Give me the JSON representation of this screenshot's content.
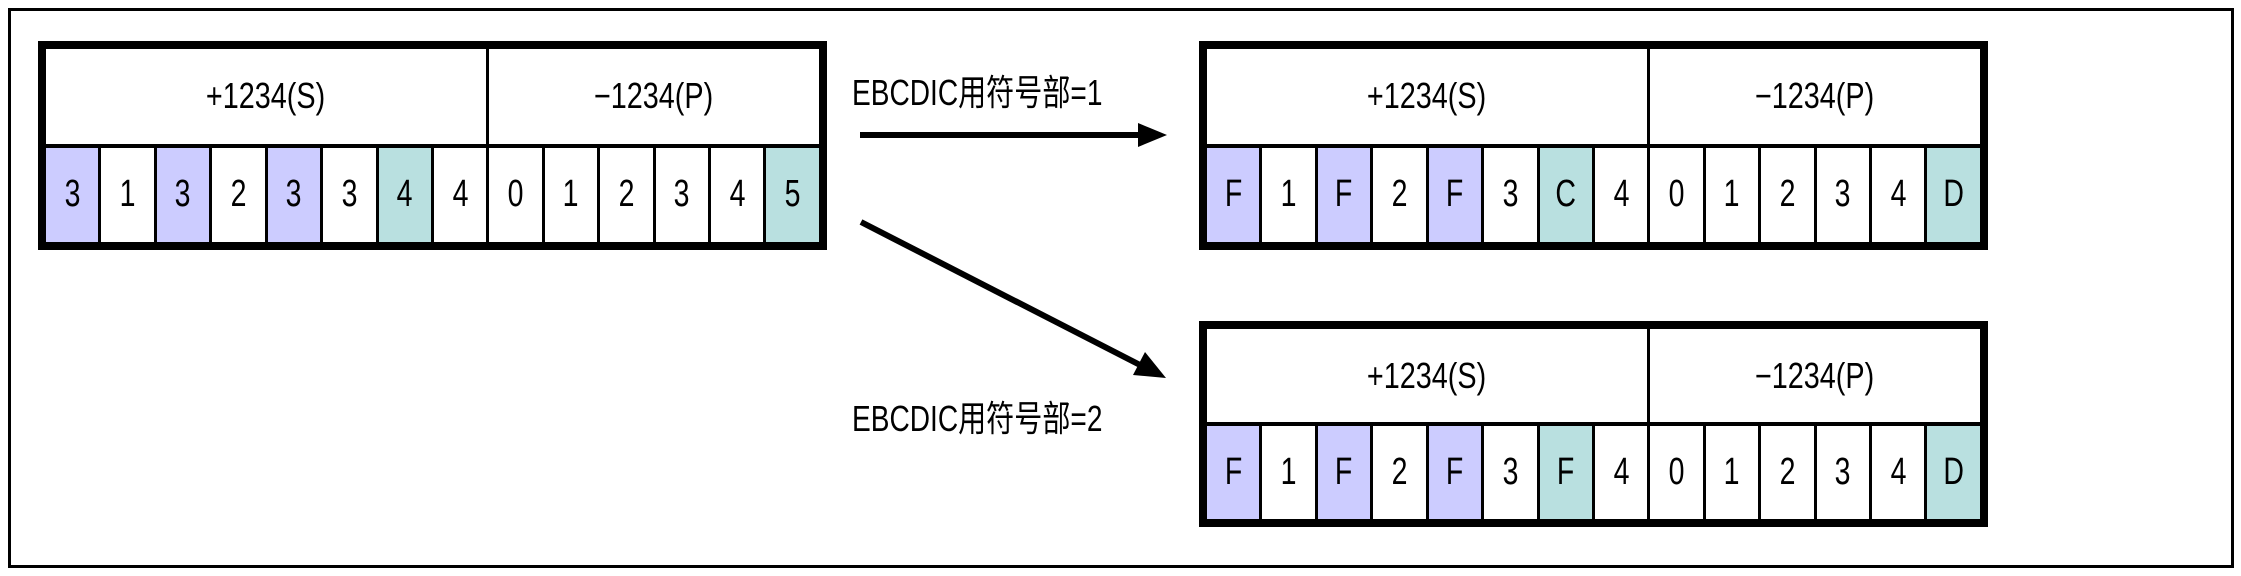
{
  "diagram": {
    "source": {
      "headers": {
        "zoned": "+1234(S)",
        "packed": "−1234(P)"
      },
      "cells": [
        {
          "v": "3",
          "type": "zone"
        },
        {
          "v": "1",
          "type": "digit"
        },
        {
          "v": "3",
          "type": "zone"
        },
        {
          "v": "2",
          "type": "digit"
        },
        {
          "v": "3",
          "type": "zone"
        },
        {
          "v": "3",
          "type": "digit"
        },
        {
          "v": "4",
          "type": "sign"
        },
        {
          "v": "4",
          "type": "digit"
        },
        {
          "v": "0",
          "type": "digit"
        },
        {
          "v": "1",
          "type": "digit"
        },
        {
          "v": "2",
          "type": "digit"
        },
        {
          "v": "3",
          "type": "digit"
        },
        {
          "v": "4",
          "type": "digit"
        },
        {
          "v": "5",
          "type": "sign"
        }
      ]
    },
    "conversions": [
      {
        "label": "EBCDIC用符号部=1",
        "headers": {
          "zoned": "+1234(S)",
          "packed": "−1234(P)"
        },
        "cells": [
          {
            "v": "F",
            "type": "zone"
          },
          {
            "v": "1",
            "type": "digit"
          },
          {
            "v": "F",
            "type": "zone"
          },
          {
            "v": "2",
            "type": "digit"
          },
          {
            "v": "F",
            "type": "zone"
          },
          {
            "v": "3",
            "type": "digit"
          },
          {
            "v": "C",
            "type": "sign"
          },
          {
            "v": "4",
            "type": "digit"
          },
          {
            "v": "0",
            "type": "digit"
          },
          {
            "v": "1",
            "type": "digit"
          },
          {
            "v": "2",
            "type": "digit"
          },
          {
            "v": "3",
            "type": "digit"
          },
          {
            "v": "4",
            "type": "digit"
          },
          {
            "v": "D",
            "type": "sign"
          }
        ]
      },
      {
        "label": "EBCDIC用符号部=2",
        "headers": {
          "zoned": "+1234(S)",
          "packed": "−1234(P)"
        },
        "cells": [
          {
            "v": "F",
            "type": "zone"
          },
          {
            "v": "1",
            "type": "digit"
          },
          {
            "v": "F",
            "type": "zone"
          },
          {
            "v": "2",
            "type": "digit"
          },
          {
            "v": "F",
            "type": "zone"
          },
          {
            "v": "3",
            "type": "digit"
          },
          {
            "v": "F",
            "type": "sign"
          },
          {
            "v": "4",
            "type": "digit"
          },
          {
            "v": "0",
            "type": "digit"
          },
          {
            "v": "1",
            "type": "digit"
          },
          {
            "v": "2",
            "type": "digit"
          },
          {
            "v": "3",
            "type": "digit"
          },
          {
            "v": "4",
            "type": "digit"
          },
          {
            "v": "D",
            "type": "sign"
          }
        ]
      }
    ],
    "colors": {
      "zone": "#ccccff",
      "sign": "#b9e0e0",
      "digit": "#ffffff"
    }
  }
}
